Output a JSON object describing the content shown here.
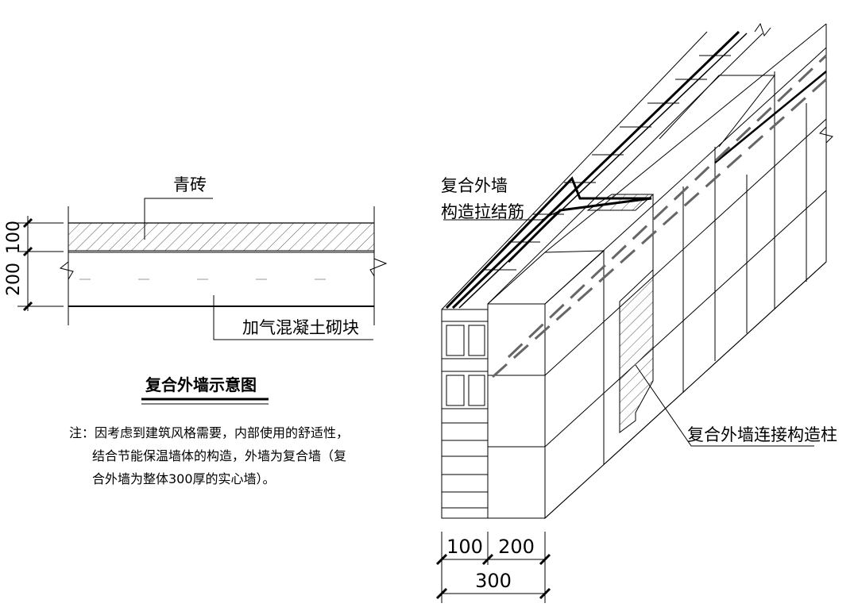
{
  "section": {
    "label_brick": "青砖",
    "label_aac": "加气混凝土砌块",
    "dim_top": "100",
    "dim_bottom": "200",
    "title": "复合外墙示意图"
  },
  "note": {
    "line1": "注：因考虑到建筑风格需要，内部使用的舒适性，",
    "line2": "结合节能保温墙体的构造，外墙为复合墙（复",
    "line3": "合外墙为整体300厚的实心墙）。"
  },
  "iso": {
    "label_wall": "复合外墙",
    "label_tie": "构造拉结筋",
    "label_column": "复合外墙连接构造柱",
    "dim_100": "100",
    "dim_200": "200",
    "dim_300": "300"
  }
}
